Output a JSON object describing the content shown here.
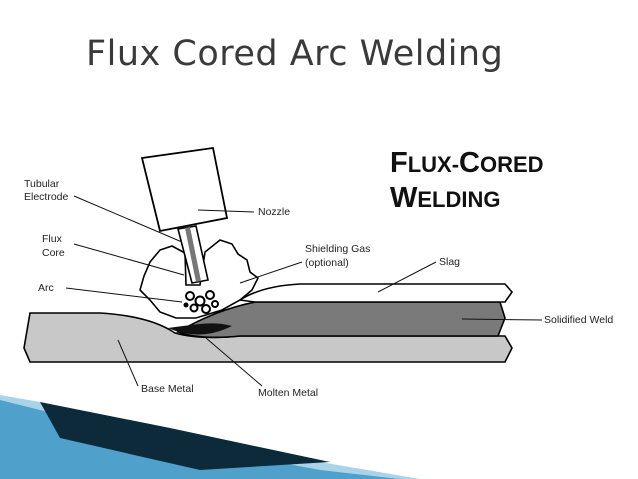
{
  "slide": {
    "title": "Flux Cored Arc Welding"
  },
  "diagram": {
    "heading_line1_cap": "F",
    "heading_line1_rest": "LUX-",
    "heading_line1_cap2": "C",
    "heading_line1_rest2": "ORED",
    "heading_line2_cap": "W",
    "heading_line2_rest": "ELDING",
    "labels": {
      "tubular_line1": "Tubular",
      "tubular_line2": "Electrode",
      "flux_line1": "Flux",
      "flux_line2": "Core",
      "arc": "Arc",
      "nozzle": "Nozzle",
      "shielding_line1": "Shielding Gas",
      "shielding_line2": "(optional)",
      "slag": "Slag",
      "solidified_weld": "Solidified Weld",
      "base_metal": "Base Metal",
      "molten_metal": "Molten Metal"
    }
  },
  "colors": {
    "base_metal": "#c8c8c8",
    "weld": "#7a7a7a",
    "accent_blue": "#1f7fb3",
    "accent_dark": "#0d2a3a"
  }
}
